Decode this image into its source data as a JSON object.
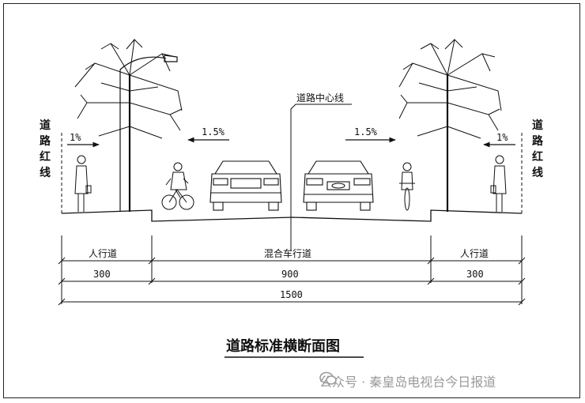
{
  "red_line_label": "道路红线",
  "centerline_label": "道路中心线",
  "slopes": {
    "left_sidewalk": "1%",
    "left_carriage": "1.5%",
    "right_carriage": "1.5%",
    "right_sidewalk": "1%"
  },
  "zones": [
    {
      "name": "人行道",
      "width": "300"
    },
    {
      "name": "混合车行道",
      "width": "900"
    },
    {
      "name": "人行道",
      "width": "300"
    }
  ],
  "total_width": "1500",
  "title": "道路标准横断面图",
  "watermark": "公众号 · 秦皇岛电视台今日报道",
  "colors": {
    "line": "#111111",
    "watermark": "#9a9a9a"
  }
}
